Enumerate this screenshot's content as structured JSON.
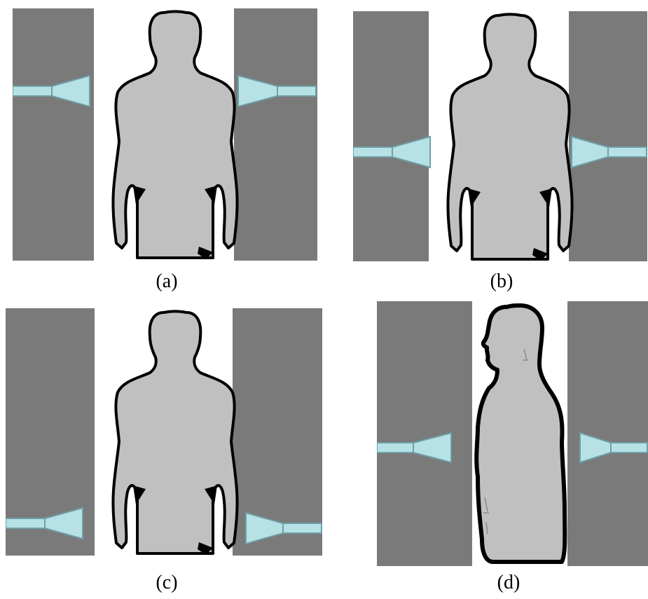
{
  "figure": {
    "panels": [
      {
        "id": "a",
        "label": "(a)",
        "view": "back",
        "antenna_level": "upper"
      },
      {
        "id": "b",
        "label": "(b)",
        "view": "back",
        "antenna_level": "middle"
      },
      {
        "id": "c",
        "label": "(c)",
        "view": "back",
        "antenna_level": "lower"
      },
      {
        "id": "d",
        "label": "(d)",
        "view": "side",
        "antenna_level": "middle"
      }
    ],
    "colors": {
      "wall": "#7a7a7a",
      "body_fill": "#c0c0c0",
      "outline": "#000000",
      "antenna": "#b6e2e6",
      "antenna_stroke": "#6f9fa6",
      "corridor": "#ffffff"
    }
  }
}
